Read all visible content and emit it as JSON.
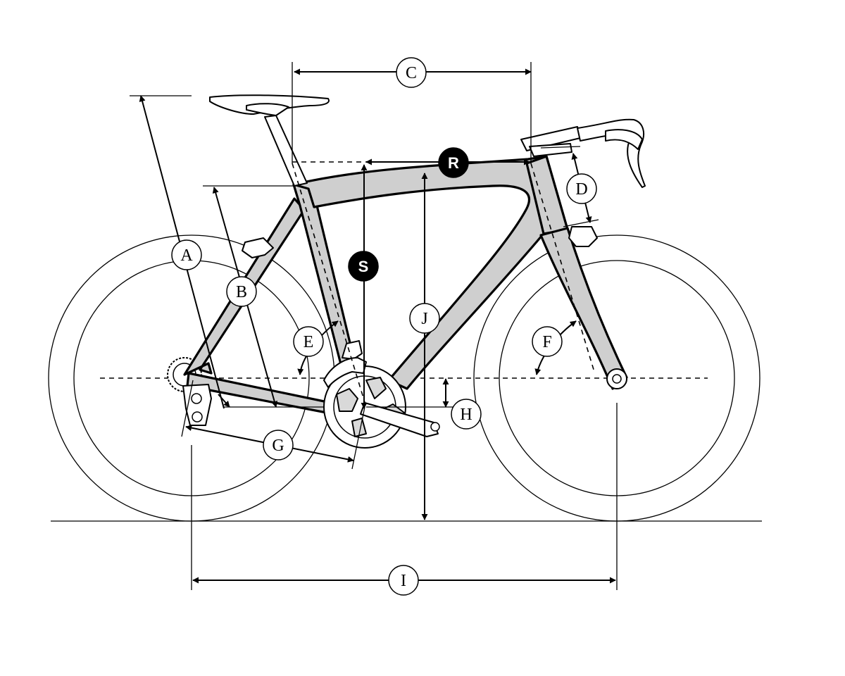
{
  "labels": {
    "A": "A",
    "B": "B",
    "C": "C",
    "D": "D",
    "E": "E",
    "F": "F",
    "G": "G",
    "H": "H",
    "I": "I",
    "J": "J",
    "R": "R",
    "S": "S"
  },
  "colors": {
    "frame_fill": "#cfcfcf",
    "line": "#000000",
    "background": "#ffffff"
  }
}
